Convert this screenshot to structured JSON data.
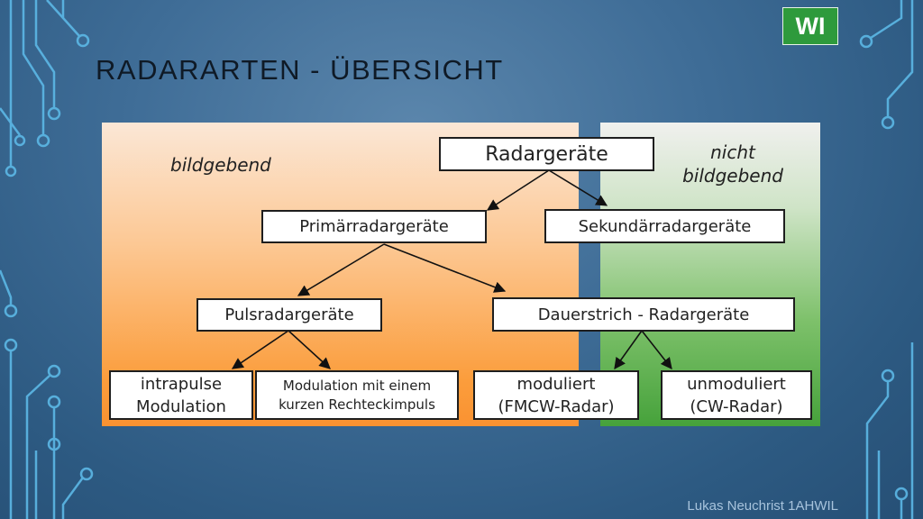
{
  "slide": {
    "title": "RADARARTEN - ÜBERSICHT",
    "logo_text": "WI",
    "footer": "Lukas Neuchrist 1AHWIL"
  },
  "diagram": {
    "left_label": "bildgebend",
    "right_label_line1": "nicht",
    "right_label_line2": "bildgebend",
    "nodes": {
      "root": "Radargeräte",
      "primary": "Primärradargeräte",
      "secondary": "Sekundärradargeräte",
      "pulse": "Pulsradargeräte",
      "continuous": "Dauerstrich - Radargeräte",
      "intrapulse_line1": "intrapulse",
      "intrapulse_line2": "Modulation",
      "rect_line1": "Modulation mit einem",
      "rect_line2": "kurzen Rechteckimpuls",
      "modulated_line1": "moduliert",
      "modulated_line2": "(FMCW-Radar)",
      "unmodulated_line1": "unmoduliert",
      "unmodulated_line2": "(CW-Radar)"
    }
  },
  "colors": {
    "left_panel": "#fb9d3c",
    "right_panel": "#46a23b",
    "logo_bg": "#2e9a3c",
    "circuit": "#5cb8e6"
  }
}
